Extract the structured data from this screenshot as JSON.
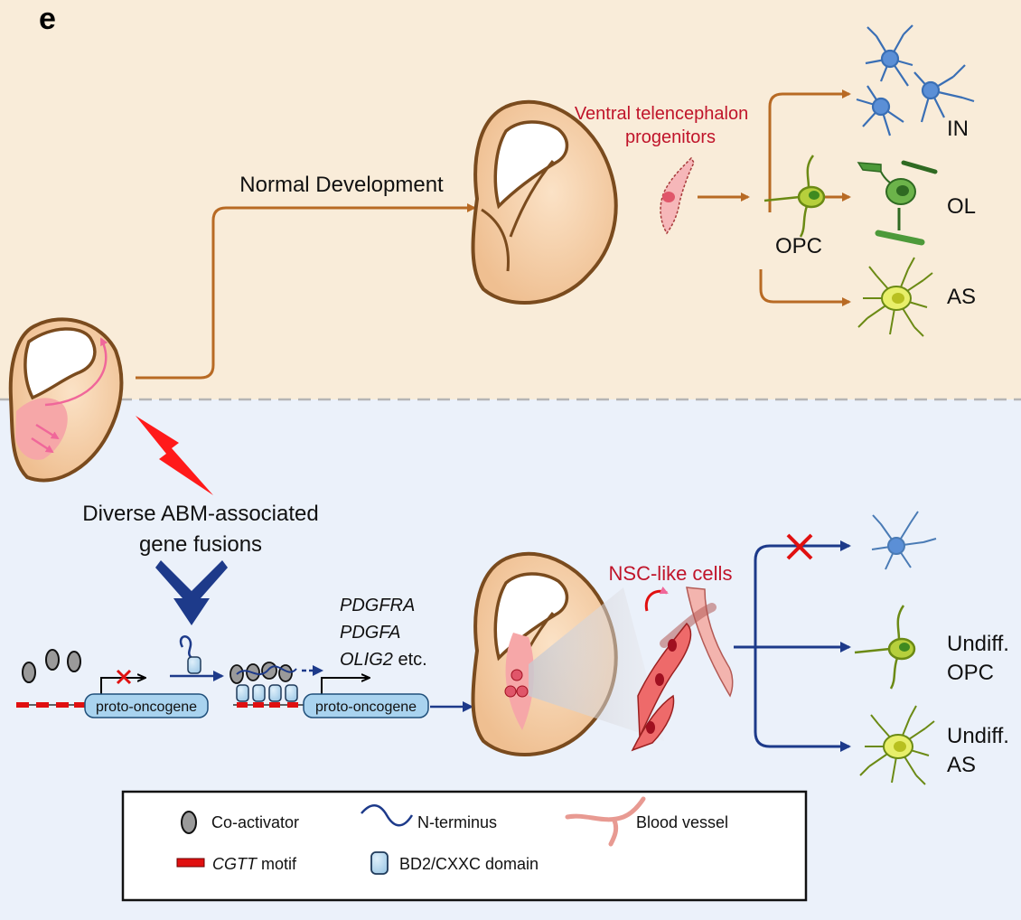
{
  "panel_letter": "e",
  "top": {
    "pathway_label": "Normal Development",
    "progenitor_label_line1": "Ventral telencephalon",
    "progenitor_label_line2": "progenitors",
    "opc_label": "OPC",
    "outcomes": [
      "IN",
      "OL",
      "AS"
    ]
  },
  "bottom": {
    "fusion_label_line1": "Diverse ABM-associated",
    "fusion_label_line2": "gene fusions",
    "gene_left": "proto-oncogene",
    "gene_right": "proto-oncogene",
    "targets": [
      "PDGFRA",
      "PDGFA",
      "OLIG2"
    ],
    "targets_suffix": " etc.",
    "nsc_label": "NSC-like cells",
    "outcome_opc_line1": "Undiff.",
    "outcome_opc_line2": "OPC",
    "outcome_as_line1": "Undiff.",
    "outcome_as_line2": "AS"
  },
  "legend": {
    "coactivator": "Co-activator",
    "nterminus": "N-terminus",
    "blood_vessel": "Blood vessel",
    "cgtt_italic": "CGTT",
    "cgtt_rest": " motif",
    "bd2": "BD2/CXXC domain"
  },
  "colors": {
    "top_bg": "#f9ecd9",
    "bottom_bg": "#ebf1fa",
    "top_arrow": "#b86a24",
    "bottom_arrow": "#1d3a8a",
    "brain_fill": "#f3c9a0",
    "brain_stroke": "#7a4b1e",
    "red_label": "#c0142a",
    "motif_red": "#e01010",
    "domain_blue": "#a9d3ef"
  }
}
